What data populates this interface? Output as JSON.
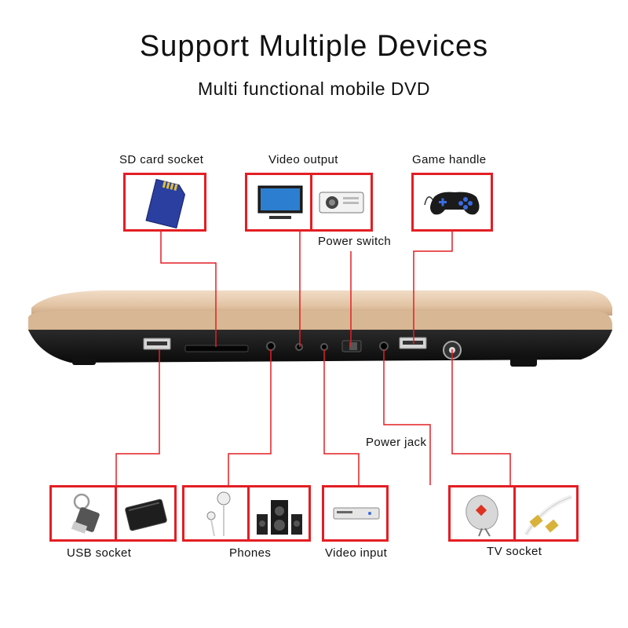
{
  "header": {
    "title": "Support Multiple Devices",
    "subtitle": "Multi functional mobile DVD"
  },
  "ports": {
    "sd_card": "SD card socket",
    "video_output": "Video output",
    "game_handle": "Game handle",
    "power_switch": "Power switch",
    "power_jack": "Power jack",
    "usb": "USB socket",
    "phones": "Phones",
    "video_input": "Video input",
    "tv": "TV socket"
  },
  "colors": {
    "accent": "#e31e24",
    "device_lid": "#e2c4a4",
    "device_body": "#141414"
  }
}
